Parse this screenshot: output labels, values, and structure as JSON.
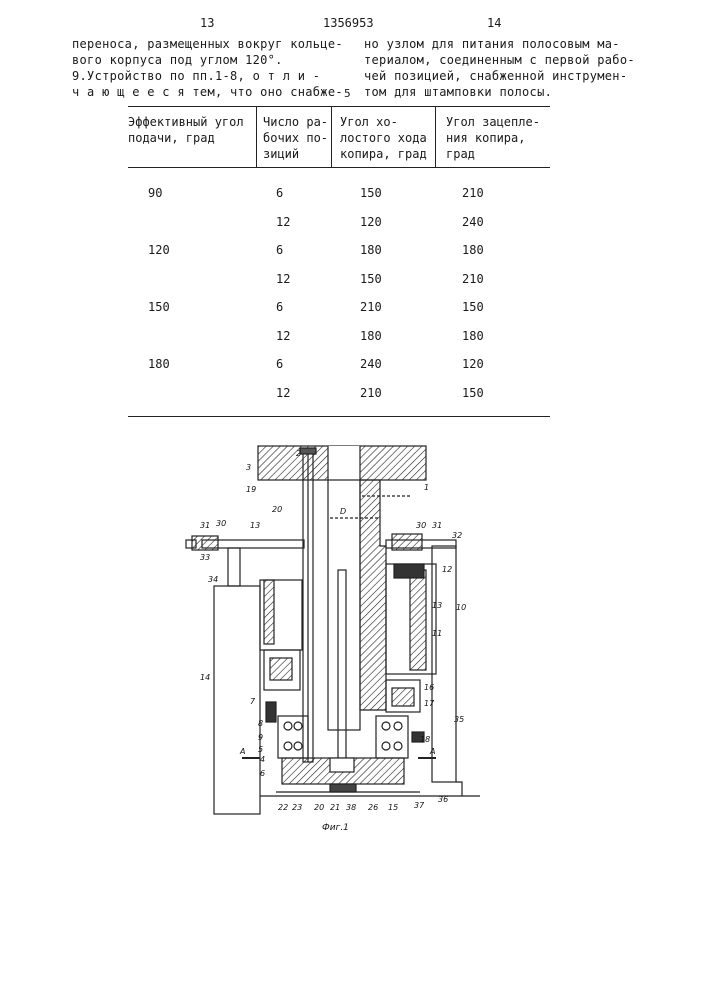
{
  "header": {
    "page_left": "13",
    "doc_number": "1356953",
    "page_right": "14"
  },
  "text": {
    "left": [
      "переноса, размещенных  вокруг кольце-",
      "вого корпуса под углом 120°.",
      "    9.Устройство по пп.1-8, о т л и -",
      "ч а ю щ е е с я  тем, что оно снабже-"
    ],
    "right": [
      "но узлом для питания полосовым ма-",
      "териалом, соединенным с первой рабо-",
      "чей позицией, снабженной инструмен-",
      "том для штамповки полосы."
    ],
    "line_number": "5"
  },
  "table": {
    "headers": [
      "Эффективный угол\nподачи, град",
      "Число ра-\nбочих по-\nзиций",
      "Угол хо-\nлостого хода\nкопира, град",
      "Угол зацепле-\nния копира,\nград"
    ],
    "rows": [
      [
        "90",
        "6",
        "150",
        "210"
      ],
      [
        "",
        "12",
        "120",
        "240"
      ],
      [
        "120",
        "6",
        "180",
        "180"
      ],
      [
        "",
        "12",
        "150",
        "210"
      ],
      [
        "150",
        "6",
        "210",
        "150"
      ],
      [
        "",
        "12",
        "180",
        "180"
      ],
      [
        "180",
        "6",
        "240",
        "120"
      ],
      [
        "",
        "12",
        "210",
        "150"
      ]
    ]
  },
  "figure": {
    "caption": "Фиг.1",
    "labels": [
      "2",
      "3",
      "19",
      "20",
      "D",
      "1",
      "31",
      "30",
      "13",
      "33",
      "34",
      "30",
      "31",
      "32",
      "12",
      "13",
      "10",
      "11",
      "14",
      "7",
      "16",
      "17",
      "35",
      "8",
      "9",
      "5",
      "4",
      "A",
      "6",
      "18",
      "A",
      "22",
      "23",
      "20",
      "21",
      "38",
      "26",
      "15",
      "37",
      "36"
    ]
  }
}
